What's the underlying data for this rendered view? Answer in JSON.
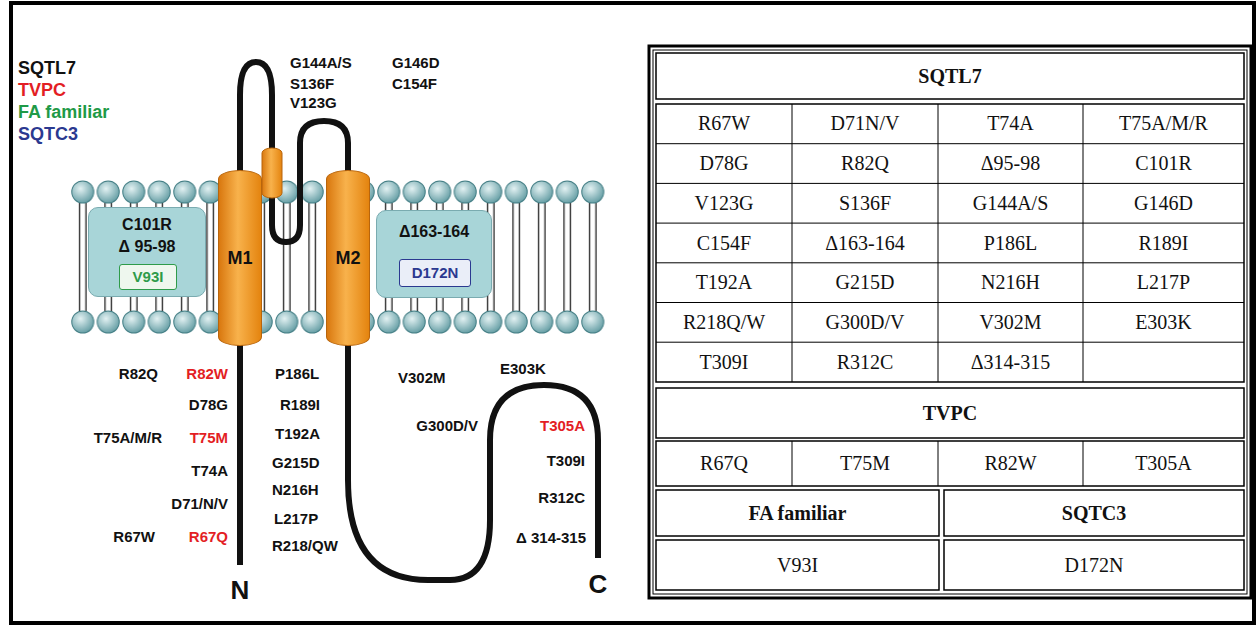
{
  "diagram": {
    "nodes": [
      {
        "text": [
          "C101R",
          "Δ 95-98"
        ]
      },
      {
        "text": [
          "V93I"
        ],
        "in": 0
      },
      {
        "text": [
          "M1"
        ]
      },
      {
        "text": [
          "M2"
        ]
      },
      {
        "text": [
          "Δ163-164"
        ]
      },
      {
        "text": [
          "D172N"
        ],
        "in": 4
      }
    ],
    "labels": [
      "G144A/S",
      "G146D",
      "S136F",
      "C154F",
      "V123G",
      "R82Q",
      "R82W",
      "D78G",
      "T75A/M/R",
      "T75M",
      "T74A",
      "D71/N/V",
      "R67W",
      "R67Q",
      "P186L",
      "R189I",
      "T192A",
      "G215D",
      "N216H",
      "L217P",
      "R218/QW",
      "V302M",
      "G300D/V",
      "E303K",
      "T305A",
      "T309I",
      "R312C",
      "Δ 314-315",
      "N",
      "C",
      "SQTL7",
      "R67W",
      "D71N/V",
      "T74A",
      "T75A/M/R",
      "D78G",
      "R82Q",
      "Δ95-98",
      "C101R",
      "V123G",
      "S136F",
      "G144A/S",
      "G146D",
      "C154F",
      "Δ163-164",
      "P186L",
      "R189I",
      "T192A",
      "G215D",
      "N216H",
      "L217P",
      "R218Q/W",
      "G300D/V",
      "V302M",
      "E303K",
      "T309I",
      "R312C",
      "Δ314-315",
      "TVPC",
      "R67Q",
      "T75M",
      "R82W",
      "T305A",
      "FA familiar",
      "SQTC3",
      "V93I",
      "D172N"
    ],
    "legend": [
      {
        "text": "SQTL7",
        "color": "#111111"
      },
      {
        "text": "TVPC",
        "color": "#e31e24"
      },
      {
        "text": "FA familiar",
        "color": "#1f9a47"
      },
      {
        "text": "SQTC3",
        "color": "#2b3990"
      }
    ]
  }
}
